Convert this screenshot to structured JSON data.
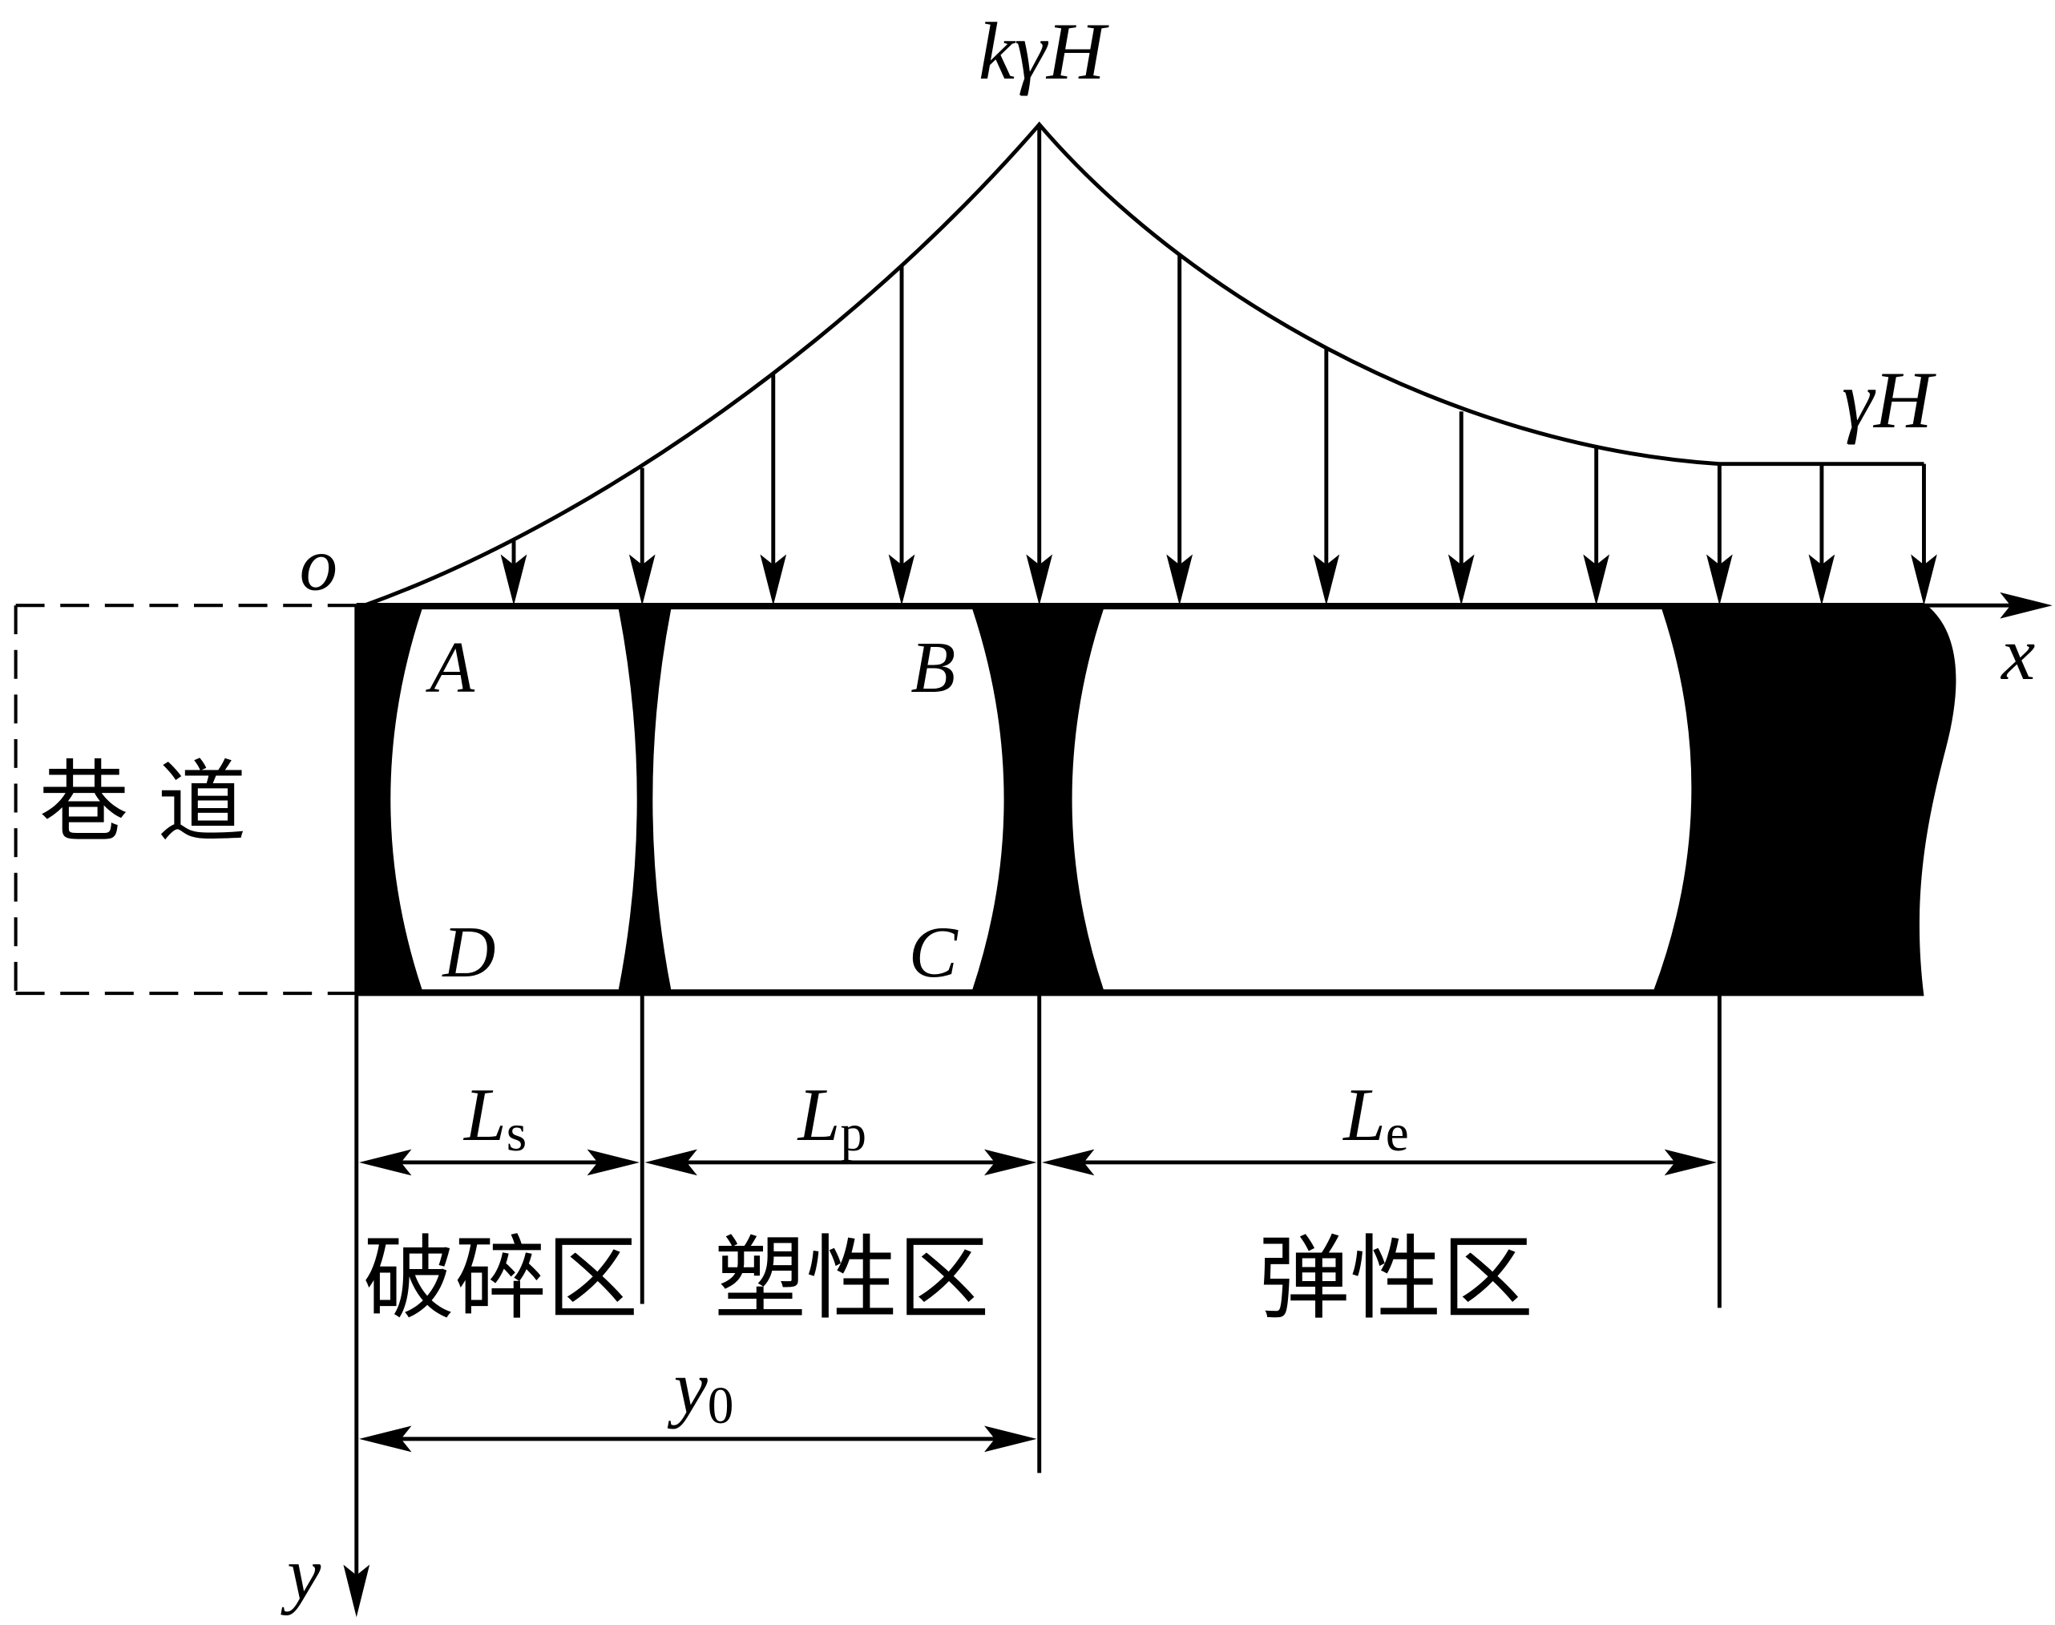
{
  "labels": {
    "peak_load": "kγH",
    "base_load": "γH",
    "origin": "o",
    "x_axis": "x",
    "y_axis": "y",
    "roadway": "巷道"
  },
  "corners": {
    "A": "A",
    "B": "B",
    "C": "C",
    "D": "D"
  },
  "dimensions": {
    "ls": {
      "main": "L",
      "sub": "s"
    },
    "lp": {
      "main": "L",
      "sub": "p"
    },
    "le": {
      "main": "L",
      "sub": "e"
    },
    "y0": {
      "main": "y",
      "sub": "0"
    }
  },
  "zones": {
    "broken": "破碎区",
    "plastic": "塑性区",
    "elastic": "弹性区"
  }
}
